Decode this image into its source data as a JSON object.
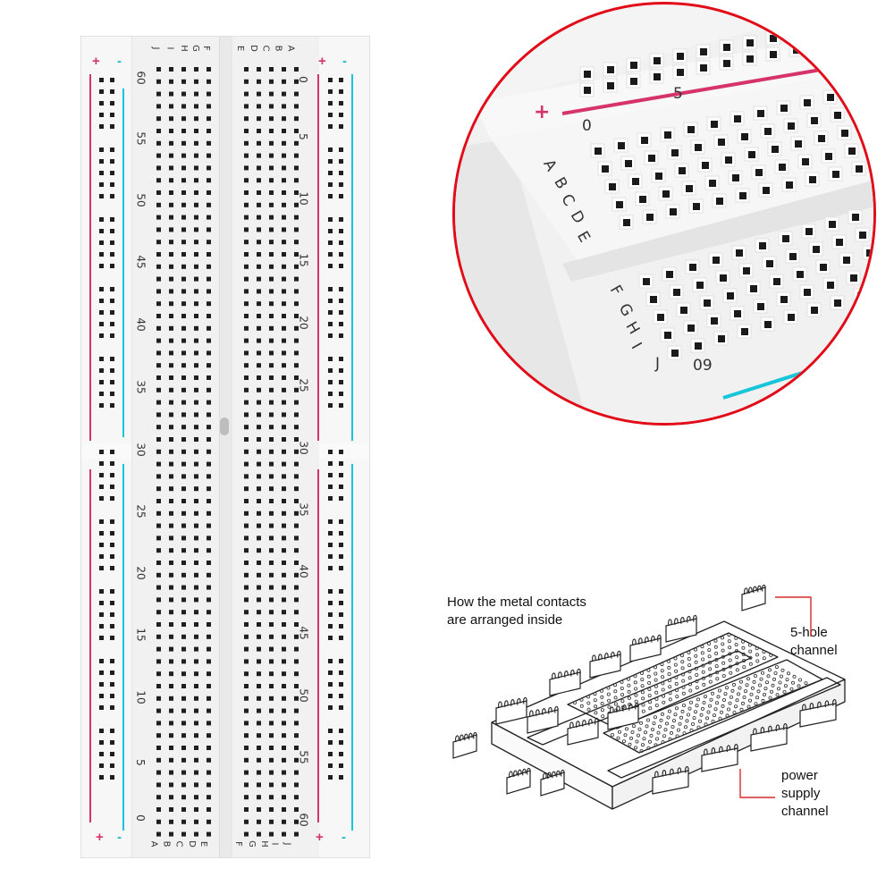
{
  "breadboard": {
    "rail_plus": "+",
    "rail_minus": "-",
    "left_rows": [
      "J",
      "I",
      "H",
      "G",
      "F"
    ],
    "right_rows": [
      "E",
      "D",
      "C",
      "B",
      "A"
    ],
    "bottom_left_rows": [
      "A",
      "B",
      "C",
      "D",
      "E"
    ],
    "bottom_right_rows": [
      "F",
      "G",
      "H",
      "I",
      "J"
    ],
    "left_column_numbers": [
      "60",
      "55",
      "50",
      "45",
      "40",
      "35",
      "30",
      "25",
      "20",
      "15",
      "10",
      "5",
      "0"
    ],
    "right_column_numbers": [
      "0",
      "5",
      "10",
      "15",
      "20",
      "25",
      "30",
      "35",
      "40",
      "45",
      "50",
      "55",
      "60"
    ],
    "colors": {
      "positive_rail": "#d5336a",
      "negative_rail": "#17c5d8"
    }
  },
  "zoom": {
    "plus": "+",
    "top_number_0": "0",
    "top_number_5": "5",
    "upper_rows": [
      "A",
      "B",
      "C",
      "D",
      "E"
    ],
    "lower_rows": [
      "F",
      "G",
      "H",
      "I",
      "J"
    ],
    "bottom_number": "09",
    "border_color": "#e20b18"
  },
  "diagram": {
    "heading_line1": "How the metal contacts",
    "heading_line2": "are arranged inside",
    "five_hole_line1": "5-hole",
    "five_hole_line2": "channel",
    "power_line1": "power",
    "power_line2": "supply",
    "power_line3": "channel",
    "callout_color": "#d62a2a"
  }
}
